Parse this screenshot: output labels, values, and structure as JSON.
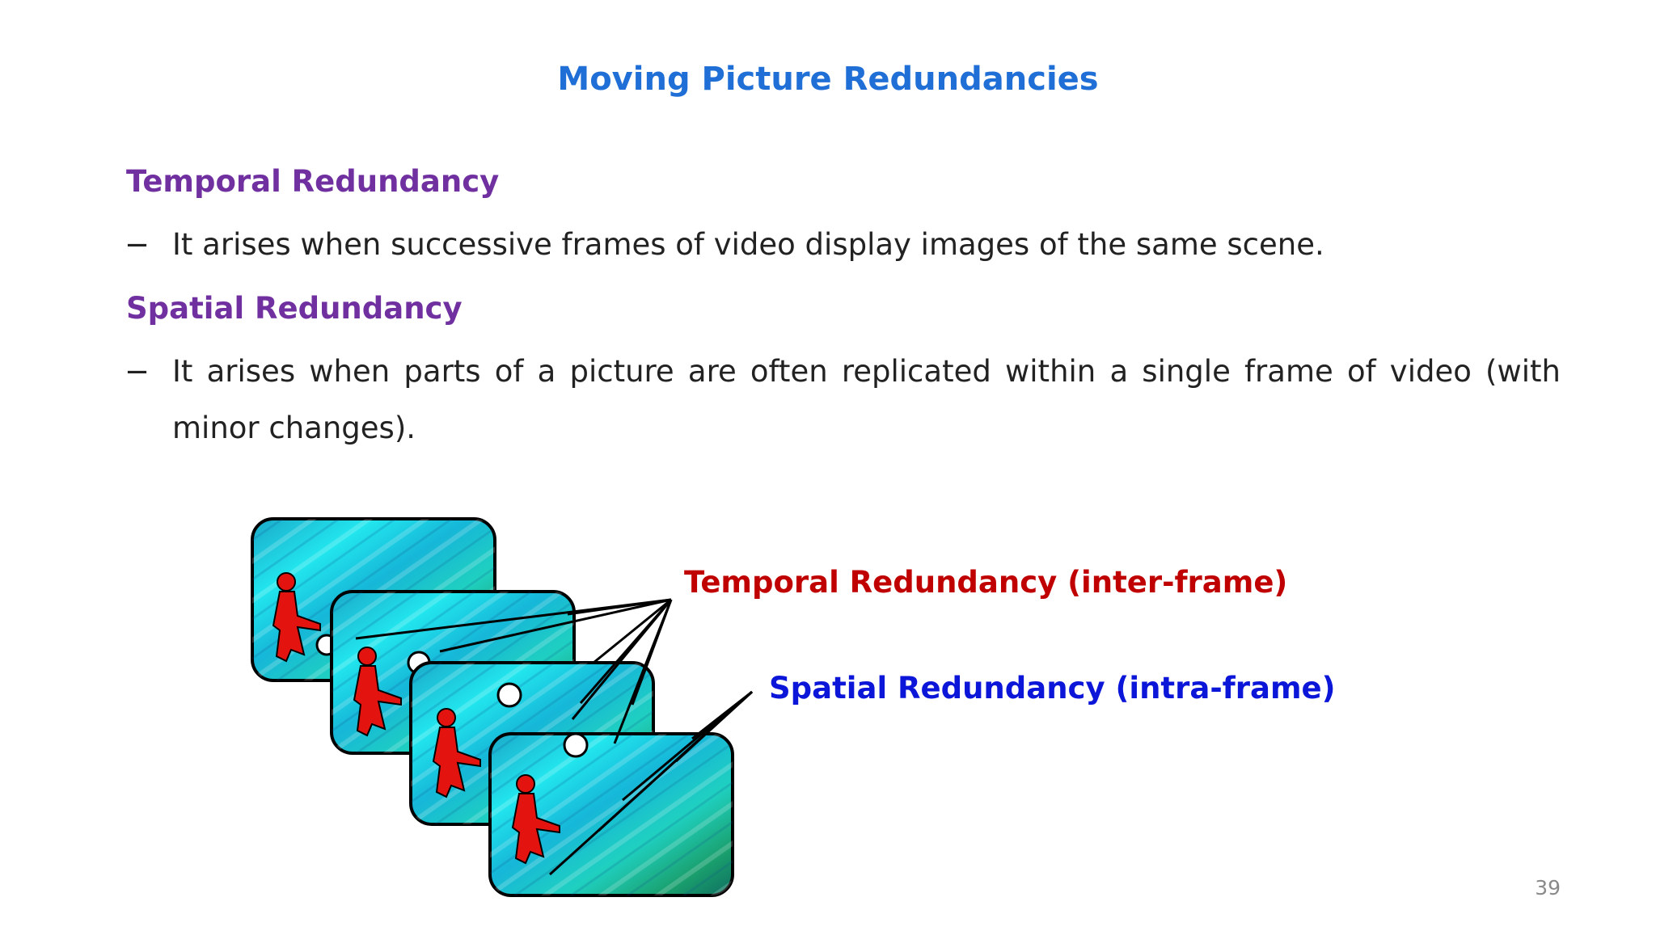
{
  "slide": {
    "title": "Moving Picture Redundancies",
    "sections": [
      {
        "heading": "Temporal Redundancy",
        "bullet": "It arises when successive frames of video display images of the same scene."
      },
      {
        "heading": "Spatial Redundancy",
        "bullet": "It arises when parts of a picture are often replicated within a single frame of video (with minor changes)."
      }
    ],
    "bullet_marker": "−",
    "figure": {
      "temporal_label": "Temporal Redundancy (inter-frame)",
      "spatial_label": "Spatial Redundancy (intra-frame)",
      "frame_count": 4
    },
    "page_number": "39"
  },
  "colors": {
    "title": "#1f6fd6",
    "heading": "#7030a0",
    "body_text": "#222222",
    "temporal_label": "#c00000",
    "spatial_label": "#0b16d8",
    "frame_gradient_light": "#22e6ee",
    "frame_gradient_dark": "#0f6e60",
    "figure_person": "#e3130f"
  }
}
